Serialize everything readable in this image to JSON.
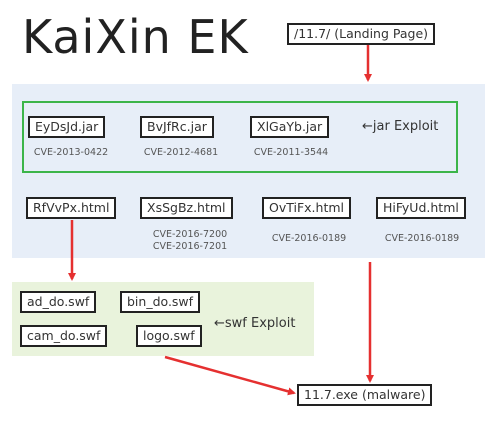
{
  "title": "KaiXin EK",
  "landing": "/11.7/ (Landing Page)",
  "jar_exploits": [
    {
      "name": "EyDsJd.jar",
      "cve": "CVE-2013-0422"
    },
    {
      "name": "BvJfRc.jar",
      "cve": "CVE-2012-4681"
    },
    {
      "name": "XlGaYb.jar",
      "cve": "CVE-2011-3544"
    }
  ],
  "jar_label": "←jar Exploit",
  "html_pages": [
    {
      "name": "RfVvPx.html",
      "cve": ""
    },
    {
      "name": "XsSgBz.html",
      "cve": "CVE-2016-7200",
      "cve2": "CVE-2016-7201"
    },
    {
      "name": "OvTiFx.html",
      "cve": "CVE-2016-0189"
    },
    {
      "name": "HiFyUd.html",
      "cve": "CVE-2016-0189"
    }
  ],
  "swf_files": [
    "ad_do.swf",
    "bin_do.swf",
    "cam_do.swf",
    "logo.swf"
  ],
  "swf_label": "←swf Exploit",
  "malware": "11.7.exe (malware)",
  "colors": {
    "arrow": "#e53030",
    "jar_group_border": "#3cb54a",
    "blue_panel": "#e7eef8",
    "green_panel": "#e9f3dc"
  }
}
